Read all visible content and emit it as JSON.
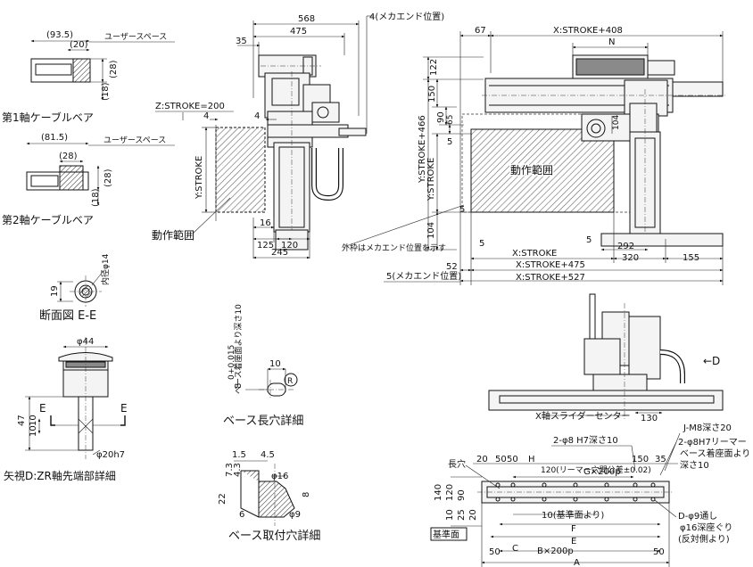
{
  "labels": {
    "cable1_title": "第1軸ケーブルベア",
    "cable2_title": "第2軸ケーブルベア",
    "user_space": "ユーザースペース",
    "section_ee": "断面図 E-E",
    "arrow_view": "矢視D:ZR軸先端部詳細",
    "base_slot": "ベース長穴詳細",
    "base_hole": "ベース取付穴詳細",
    "motion_range": "動作範囲",
    "outer_frame_note": "外枠はメカエンド位置を示す",
    "mech_end_4": "4(メカエンド位置)",
    "mech_end_5": "5(メカエンド位置)",
    "x_slider_center": "X軸スライダーセンター",
    "view_d": "←D",
    "inner_dia": "内径φ14",
    "slot_depth_note": "ベース着座面より深さ10",
    "long_hole": "長穴",
    "ref_face": "基準面",
    "pin_hole_note": "2-φ8 H7深さ10",
    "pin_hole_note2": "2-φ8H7リーマー",
    "pin_hole_note3": "ベース着座面より",
    "pin_hole_note4": "深さ10",
    "tap_note": "J-M8深さ20",
    "thru_note1": "D-φ9通し",
    "thru_note2": "φ16深座ぐり",
    "thru_note3": "(反対側より)",
    "reamer_note": "120(リーマー穴間公差±0.02)",
    "ref_note": "10(基準面より)"
  },
  "dims": {
    "d93_5": "(93.5)",
    "d20": "(20)",
    "d28": "(28)",
    "d18": "(18)",
    "d81_5": "(81.5)",
    "d28b": "(28)",
    "d18b": "(18)",
    "d568": "568",
    "d475": "475",
    "d35": "35",
    "zstroke": "Z:STROKE=200",
    "d4": "4",
    "d4b": "4",
    "d16": "16",
    "d125": "125",
    "d120": "120",
    "d245": "245",
    "ystroke_side": "Y:STROKE",
    "d67": "67",
    "xs408": "X:STROKE+408",
    "N": "N",
    "d122": "122",
    "d150": "150",
    "d90": "90",
    "d65": "65",
    "d5a": "5",
    "d104a": "104",
    "d104b": "104",
    "ys466": "Y:STROKE+466",
    "ystroke": "Y:STROKE",
    "d5b": "5",
    "d5c": "5",
    "d292": "292",
    "xstroke": "X:STROKE",
    "d320": "320",
    "d155": "155",
    "d52": "52",
    "xs475": "X:STROKE+475",
    "xs527": "X:STROKE+527",
    "d19": "19",
    "phi44": "φ44",
    "d47": "47",
    "d10": "10",
    "d10b": "10",
    "phi20": "φ20h7",
    "E1": "E",
    "E2": "E",
    "slot_8": "8",
    "slot_015": "+0.015",
    "slot_0": "0",
    "slot_10": "10",
    "slot_R": "R",
    "h1_5": "1.5",
    "h4_5": "4.5",
    "h7_3": "7.3",
    "h4_3": "4.3",
    "phi16": "φ16",
    "h22": "22",
    "h8": "8",
    "h6": "6",
    "phi9": "φ9",
    "d130": "130",
    "p20": "20",
    "p50": "50",
    "p50b": "50",
    "pH": "H",
    "p150": "150",
    "p35": "35",
    "G200": "G×200p",
    "p140": "140",
    "p120": "120",
    "p90": "90",
    "p10": "10",
    "p25": "25",
    "p20b": "20",
    "F": "F",
    "E": "E",
    "B200": "B×200p",
    "C": "C",
    "A": "A",
    "p50c": "50",
    "p50d": "50"
  }
}
